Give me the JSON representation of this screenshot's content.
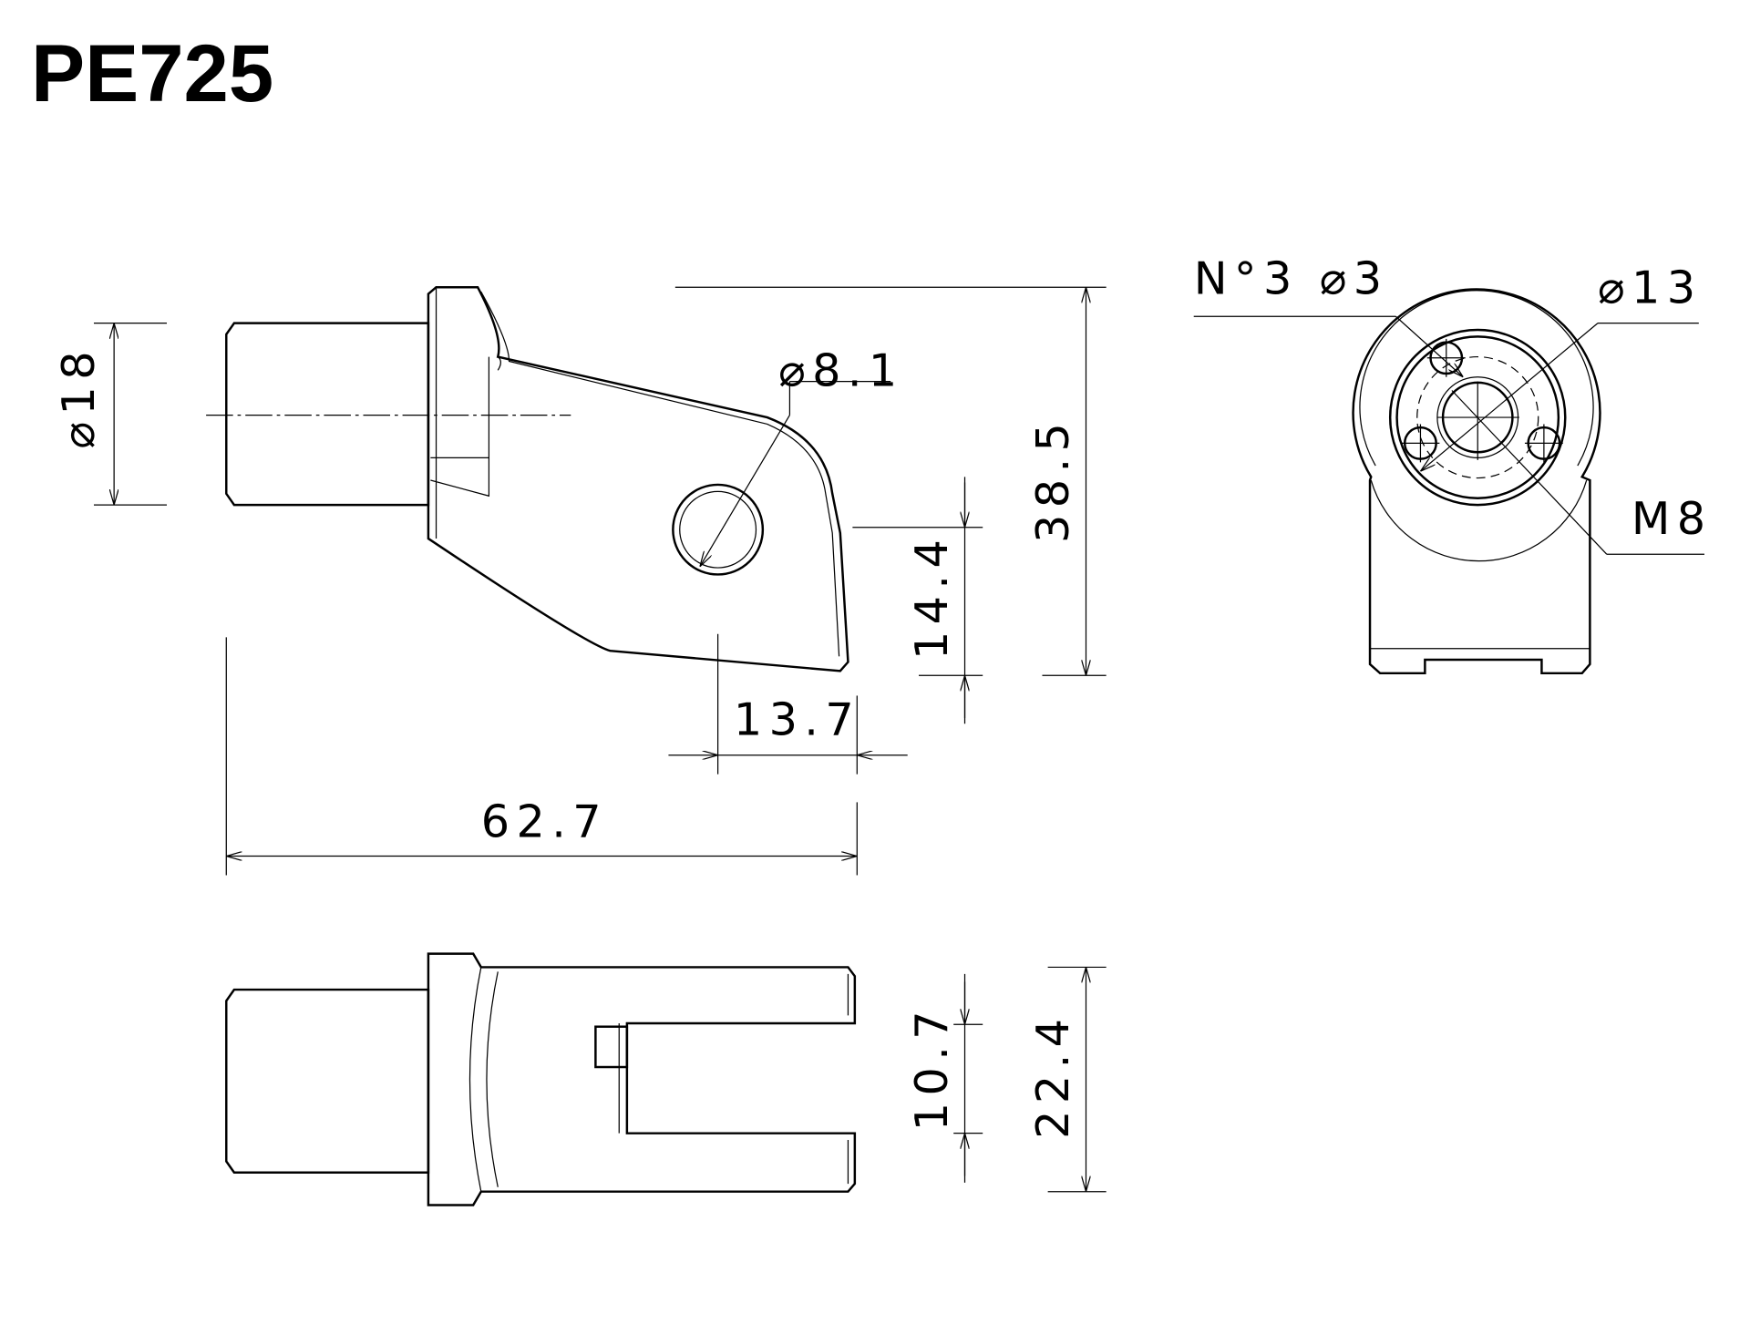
{
  "title": "PE725",
  "dimensions": {
    "pin_diameter": "⌀18",
    "hole_diameter": "⌀8.1",
    "height": "38.5",
    "hole_height": "14.4",
    "hole_offset": "13.7",
    "length": "62.7",
    "slot_width": "10.7",
    "width": "22.4",
    "holes_note": "N°3  ⌀3",
    "bolt_circle": "⌀13",
    "thread": "M8"
  }
}
